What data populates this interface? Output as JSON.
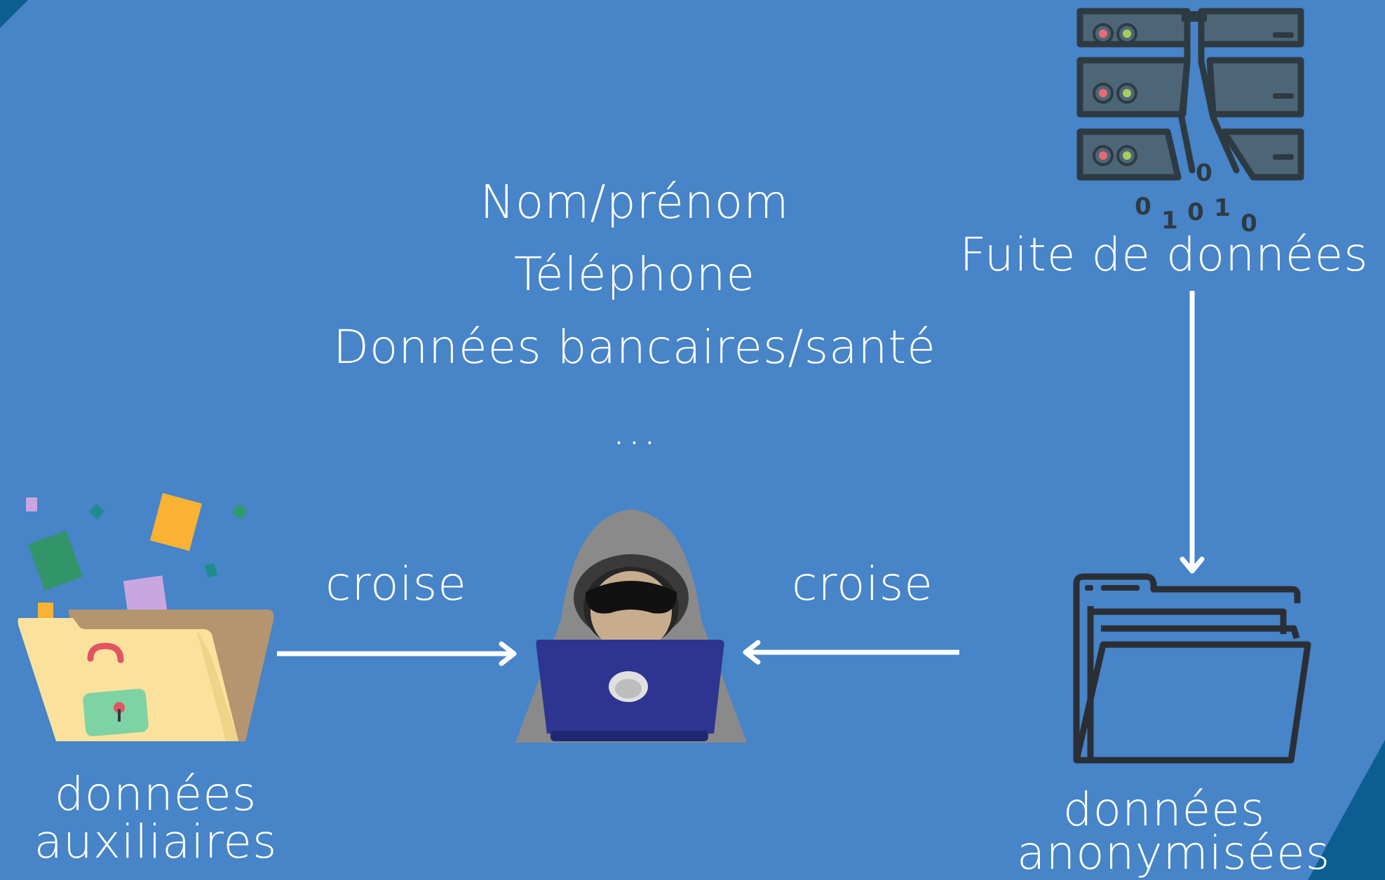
{
  "attributes": [
    "Nom/prénom",
    "Téléphone",
    "Données bancaires/santé",
    "…"
  ],
  "leak_label": "Fuite de données",
  "binary_digits": [
    "0",
    "0",
    "1",
    "0",
    "1",
    "0"
  ],
  "aux_label": [
    "données",
    "auxiliaires"
  ],
  "anon_label": [
    "données",
    "anonymisées"
  ],
  "arrow_left_label": "croise",
  "arrow_right_label": "croise",
  "icons": {
    "server": "server-leak-icon",
    "aux_folder": "unlocked-folder-icon",
    "hacker": "hacker-icon",
    "anon_folder": "folder-icon"
  },
  "colors": {
    "background": "#4784c8",
    "corner": "#0c5d91",
    "text": "#ffffff",
    "arrow": "#ffffff"
  }
}
